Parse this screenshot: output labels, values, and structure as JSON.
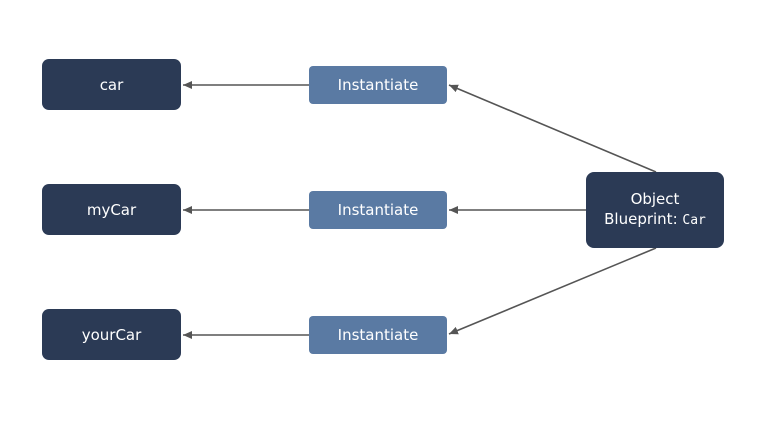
{
  "instances": [
    {
      "name": "car"
    },
    {
      "name": "myCar"
    },
    {
      "name": "yourCar"
    }
  ],
  "action_label": "Instantiate",
  "blueprint": {
    "line1": "Object",
    "line2_prefix": "Blueprint: ",
    "class_name": "Car"
  },
  "colors": {
    "dark_node": "#2b3a55",
    "mid_node": "#5a7aa3",
    "arrow": "#555555",
    "background": "#ffffff"
  }
}
